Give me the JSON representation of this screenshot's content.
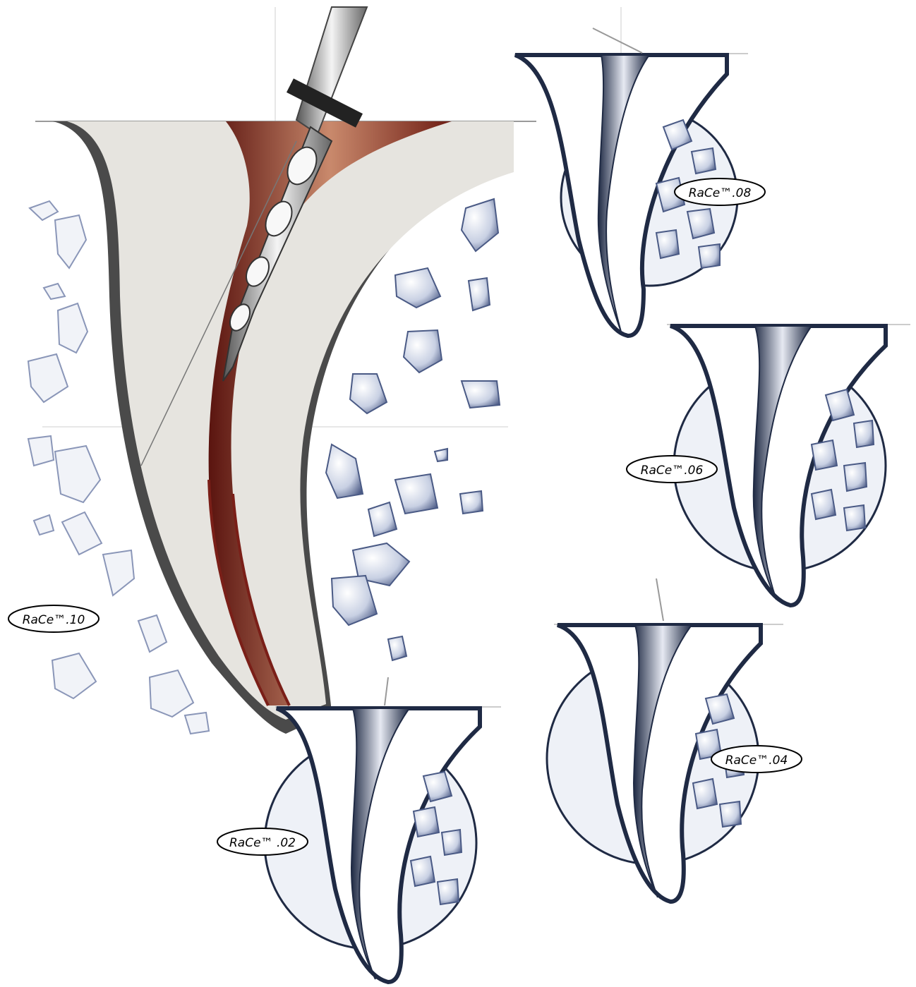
{
  "labels": {
    "race_10": "RaCe™.10",
    "race_08": "RaCe™.08",
    "race_06": "RaCe™.06",
    "race_04": "RaCe™.04",
    "race_02": "RaCe™ .02"
  },
  "colors": {
    "outline": "#1f2a44",
    "dentin": "#e6e4df",
    "canal_red": "#7a1f18",
    "canal_copper": "#c27a5a",
    "bone_blue": "#5a6a92",
    "bone_light": "#e9edf5",
    "gutter": "#bfbfbf"
  }
}
